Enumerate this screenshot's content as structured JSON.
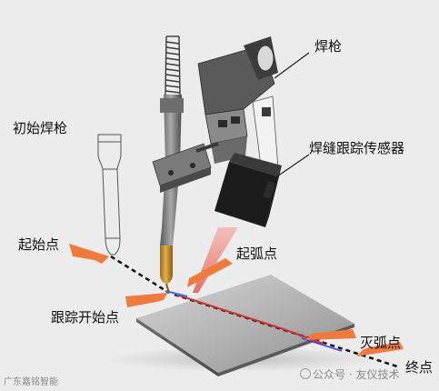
{
  "labels": {
    "welding_torch": "焊枪",
    "initial_torch": "初始焊枪",
    "seam_tracking_sensor": "焊缝跟踪传感器",
    "start_point": "起始点",
    "arc_start_point": "起弧点",
    "tracking_start_point": "跟踪开始点",
    "arc_end_point": "灭弧点",
    "end_point": "终点"
  },
  "watermarks": {
    "bottom_left": "广东嘉铭智能",
    "bottom_right": "公众号 · 友仪技术"
  },
  "colors": {
    "arrow": "#f07a3e",
    "path_dashed": "#111111",
    "weld_seam": "#d43030",
    "laser": "#e0453a",
    "plate": "#b9b9b9",
    "background": "#ececec"
  }
}
